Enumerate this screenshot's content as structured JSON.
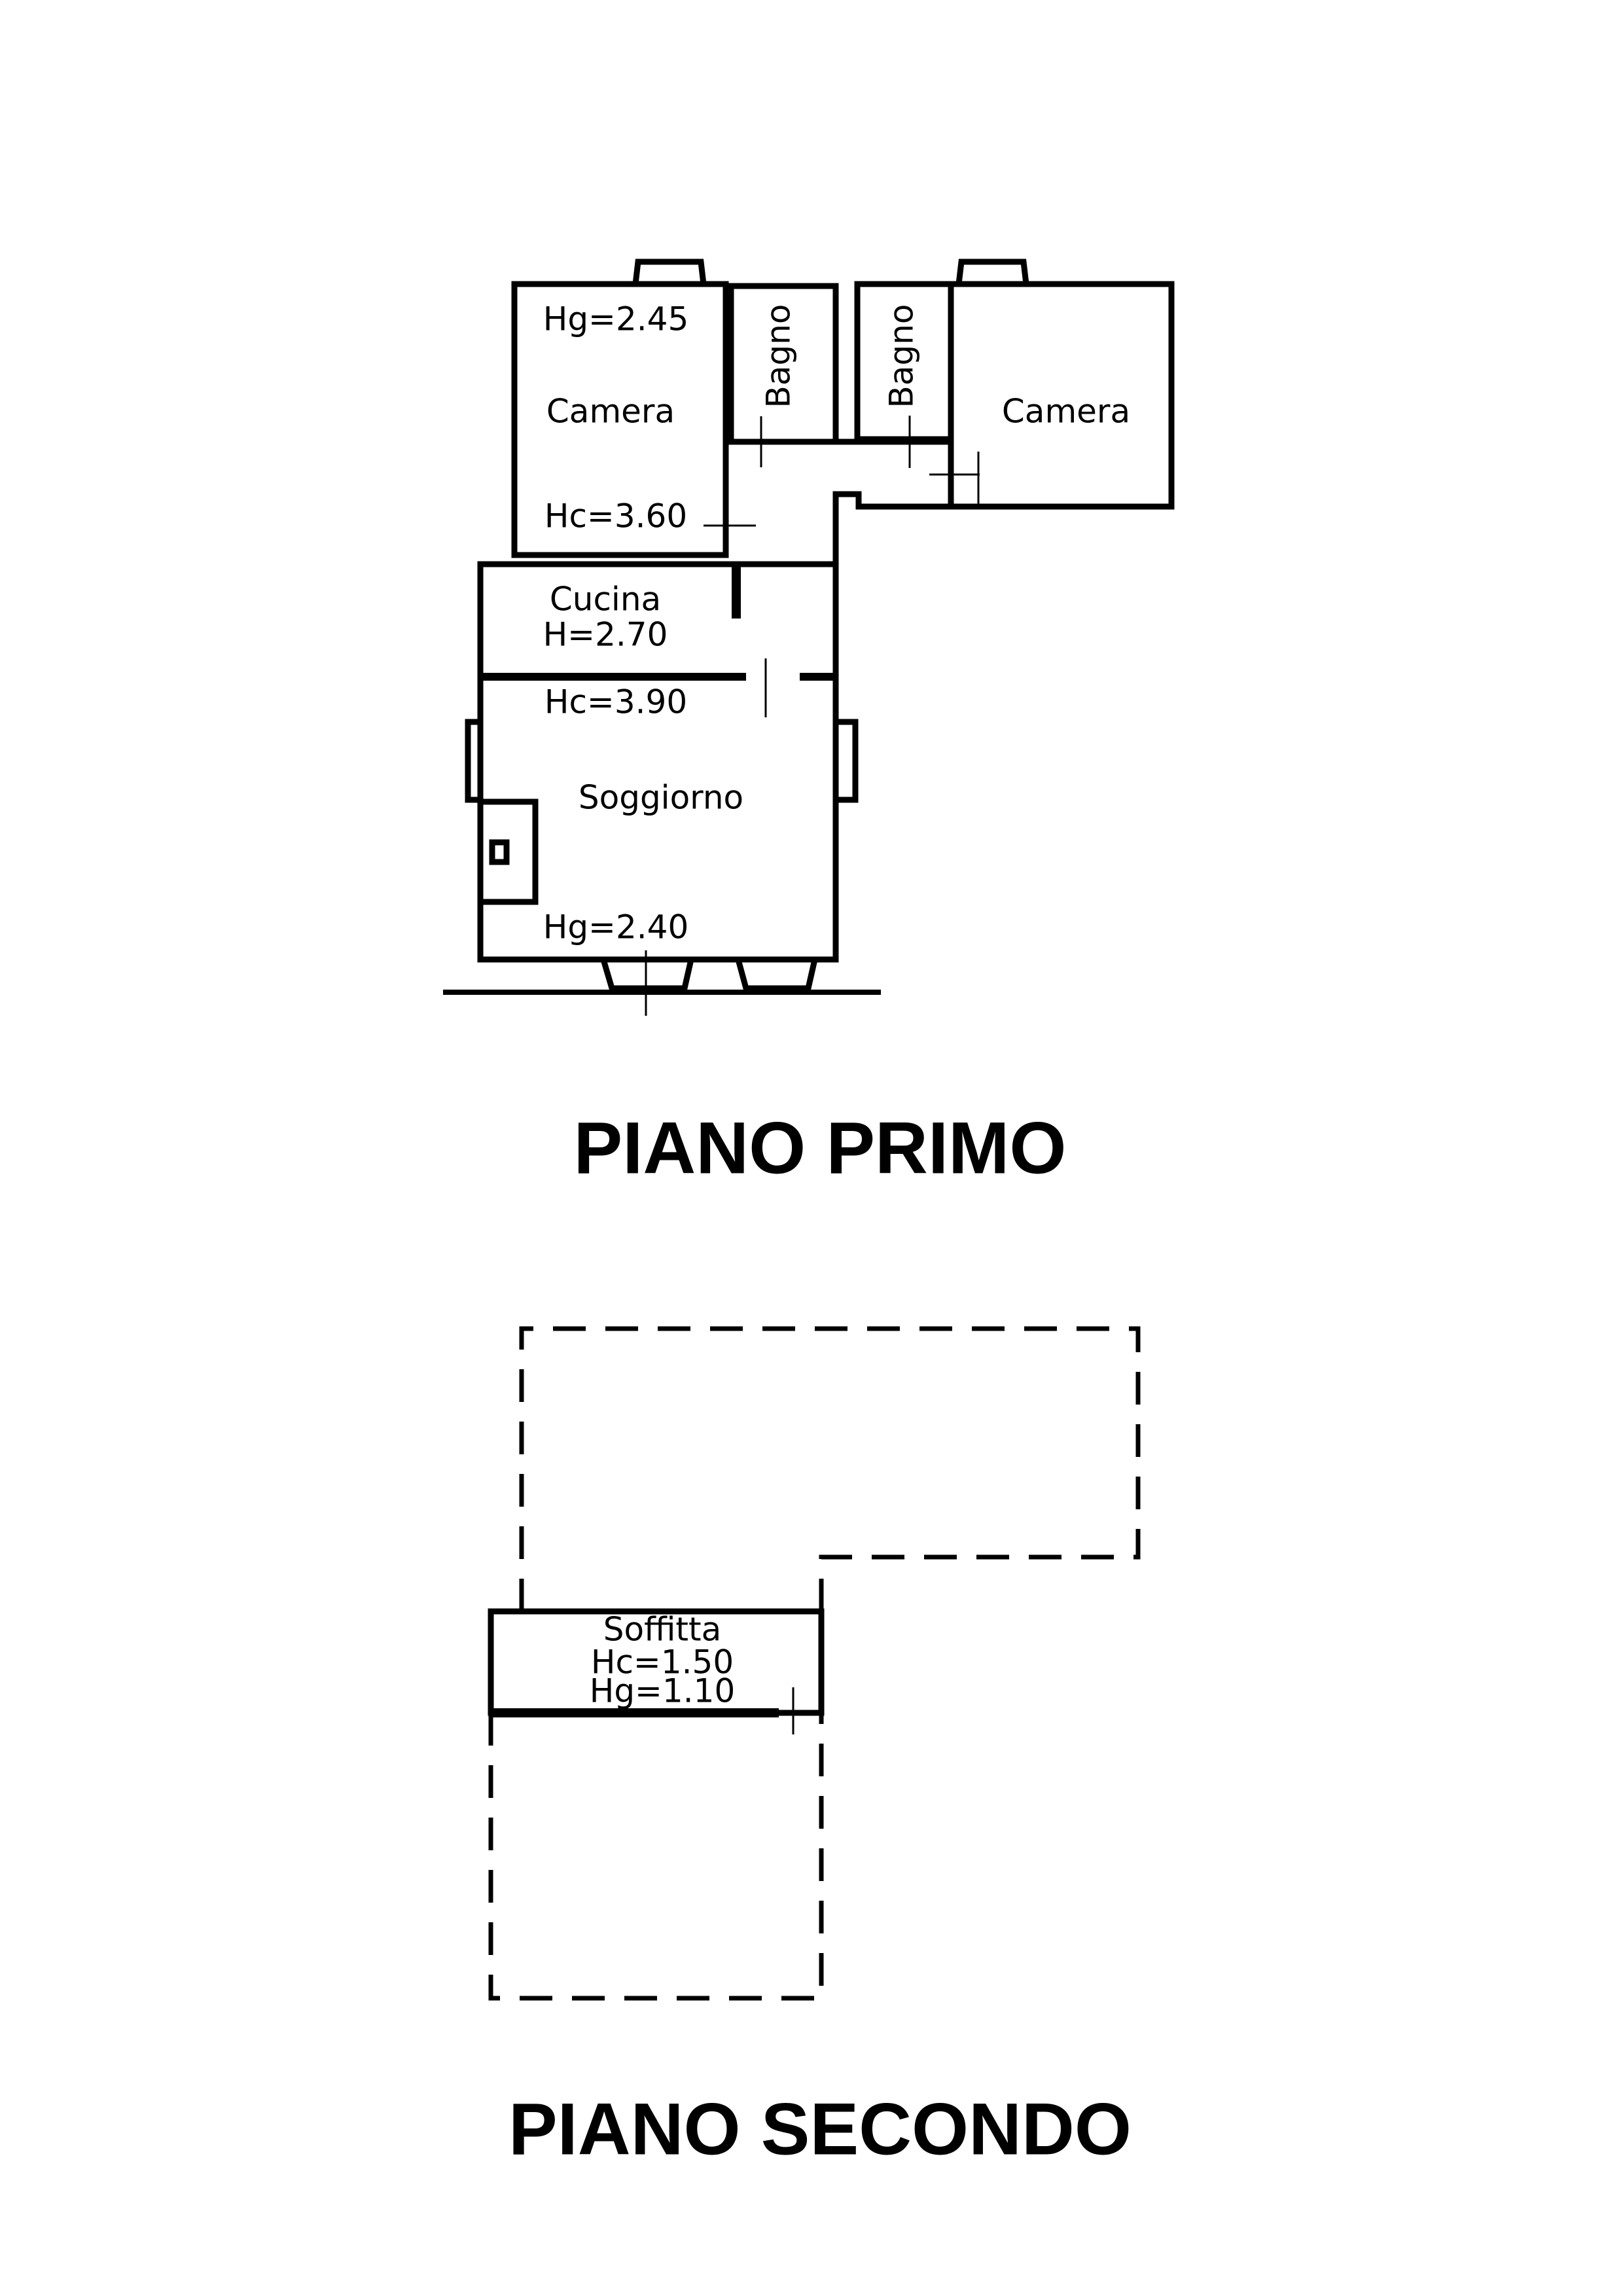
{
  "piano_primo": {
    "title": "PIANO PRIMO",
    "rooms": {
      "camera_left": {
        "name": "Camera",
        "hg": "Hg=2.45",
        "hc": "Hc=3.60"
      },
      "bagno_1": {
        "name": "Bagno"
      },
      "bagno_2": {
        "name": "Bagno"
      },
      "camera_right": {
        "name": "Camera"
      },
      "cucina": {
        "name": "Cucina",
        "h": "H=2.70"
      },
      "soggiorno": {
        "name": "Soggiorno",
        "hc": "Hc=3.90",
        "hg": "Hg=2.40"
      }
    }
  },
  "piano_secondo": {
    "title": "PIANO SECONDO",
    "rooms": {
      "soffitta": {
        "name": "Soffitta",
        "hc": "Hc=1.50",
        "hg": "Hg=1.10"
      }
    }
  }
}
